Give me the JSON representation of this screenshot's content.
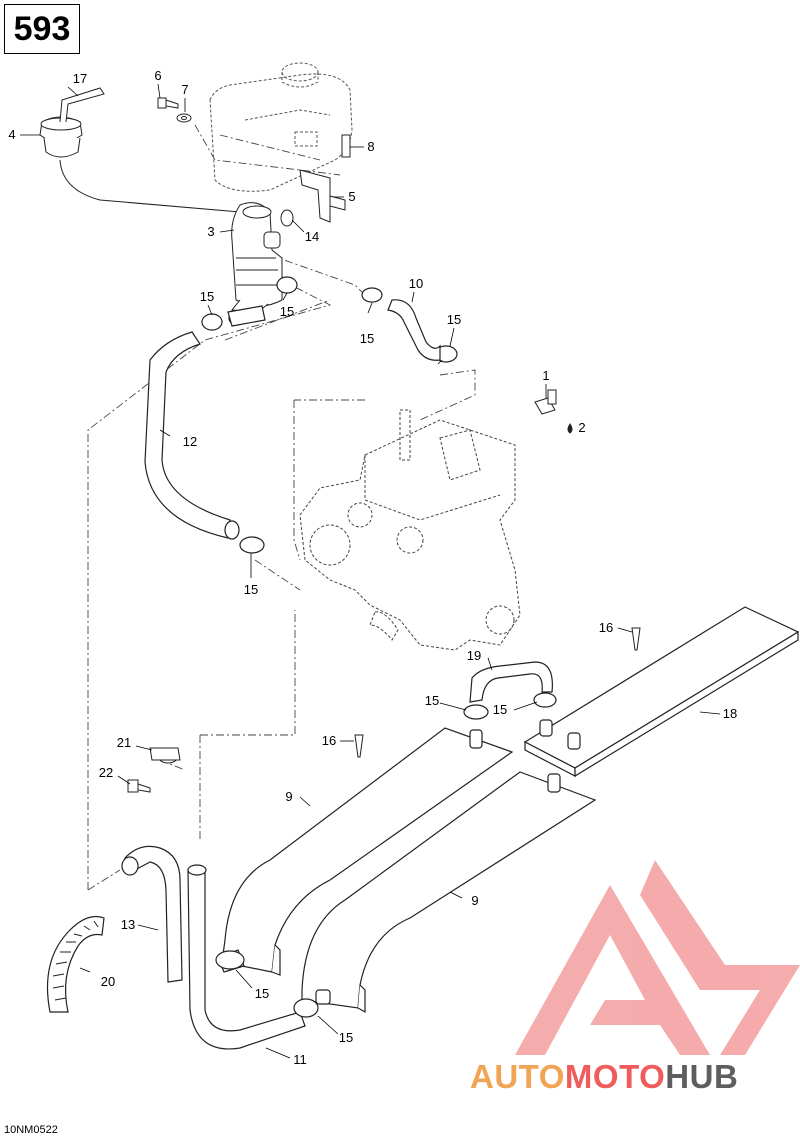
{
  "page_number": "593",
  "diagram_code": "10NM0522",
  "watermark": {
    "part1": "AUTO",
    "part2": "MOTO",
    "part3": "HUB",
    "colors": {
      "auto": "#f2a455",
      "moto": "#f05b5b",
      "hub": "#5e5e5e",
      "triangle": "#f4a3a3"
    }
  },
  "callouts": [
    {
      "id": "c1",
      "text": "1"
    },
    {
      "id": "c2",
      "text": "2"
    },
    {
      "id": "c3",
      "text": "3"
    },
    {
      "id": "c4",
      "text": "4"
    },
    {
      "id": "c5",
      "text": "5"
    },
    {
      "id": "c6",
      "text": "6"
    },
    {
      "id": "c7",
      "text": "7"
    },
    {
      "id": "c8",
      "text": "8"
    },
    {
      "id": "c9a",
      "text": "9"
    },
    {
      "id": "c9b",
      "text": "9"
    },
    {
      "id": "c10",
      "text": "10"
    },
    {
      "id": "c11",
      "text": "11"
    },
    {
      "id": "c12",
      "text": "12"
    },
    {
      "id": "c13",
      "text": "13"
    },
    {
      "id": "c14",
      "text": "14"
    },
    {
      "id": "c15a",
      "text": "15"
    },
    {
      "id": "c15b",
      "text": "15"
    },
    {
      "id": "c15c",
      "text": "15"
    },
    {
      "id": "c15d",
      "text": "15"
    },
    {
      "id": "c15e",
      "text": "15"
    },
    {
      "id": "c15f",
      "text": "15"
    },
    {
      "id": "c15g",
      "text": "15"
    },
    {
      "id": "c15h",
      "text": "15"
    },
    {
      "id": "c15i",
      "text": "15"
    },
    {
      "id": "c15j",
      "text": "15"
    },
    {
      "id": "c16a",
      "text": "16"
    },
    {
      "id": "c16b",
      "text": "16"
    },
    {
      "id": "c17",
      "text": "17"
    },
    {
      "id": "c18",
      "text": "18"
    },
    {
      "id": "c19",
      "text": "19"
    },
    {
      "id": "c20",
      "text": "20"
    },
    {
      "id": "c21",
      "text": "21"
    },
    {
      "id": "c22",
      "text": "22"
    }
  ]
}
